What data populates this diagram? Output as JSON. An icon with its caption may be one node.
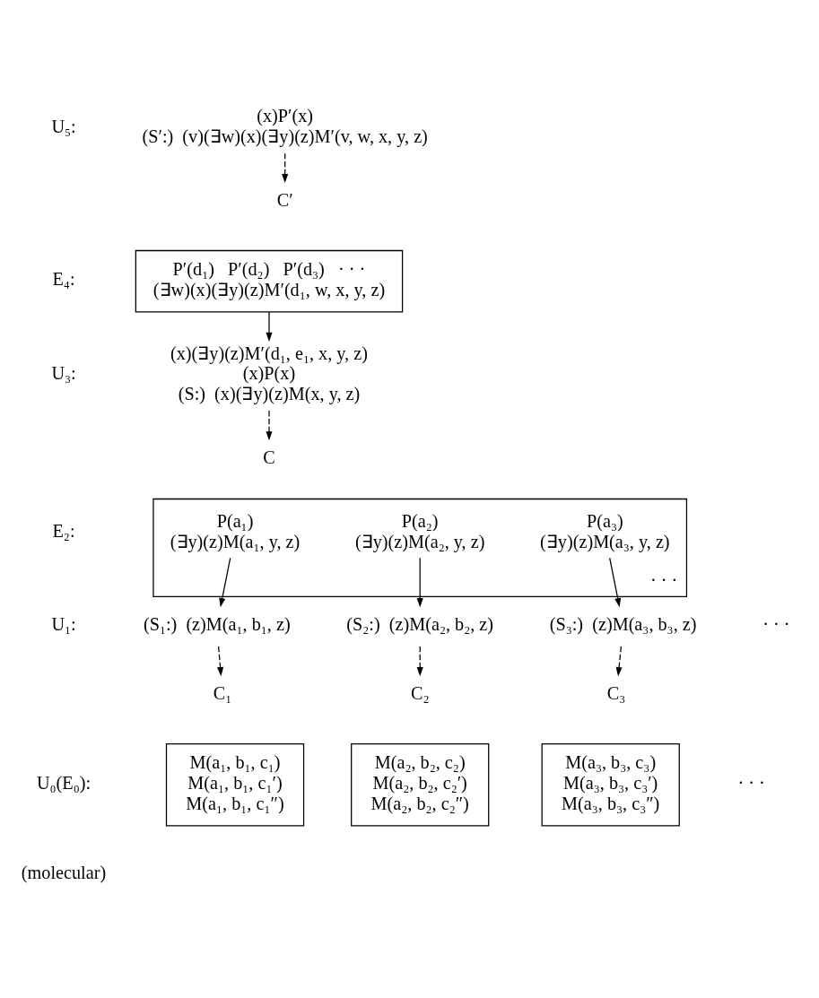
{
  "diagram": {
    "nodes": [
      {
        "text": [
          "(x)P′(x)",
          "(S′:)  (v)(∃w)(x)(∃y)(z)M′(v, w, x, y, z)"
        ]
      },
      {
        "text": [
          "C′"
        ]
      },
      {
        "text": [
          "P′(d₁)   P′(d₂)   P′(d₃)   · · ·",
          "(∃w)(x)(∃y)(z)M′(d₁, w, x, y, z)"
        ]
      },
      {
        "text": [
          "(x)(∃y)(z)M′(d₁, e₁, x, y, z)",
          "(x)P(x)",
          "(S:)  (x)(∃y)(z)M(x, y, z)"
        ]
      },
      {
        "text": [
          "C"
        ]
      },
      {
        "text": [
          "· · ·"
        ]
      },
      {
        "text": [
          "P(a₁)",
          "(∃y)(z)M(a₁, y, z)"
        ],
        "in": 5
      },
      {
        "text": [
          "P(a₂)",
          "(∃y)(z)M(a₂, y, z)"
        ],
        "in": 5
      },
      {
        "text": [
          "P(a₃)",
          "(∃y)(z)M(a₃, y, z)"
        ],
        "in": 5
      },
      {
        "text": [
          "(S₁:)  (z)M(a₁, b₁, z)"
        ]
      },
      {
        "text": [
          "(S₂:)  (z)M(a₂, b₂, z)"
        ]
      },
      {
        "text": [
          "(S₃:)  (z)M(a₃, b₃, z)"
        ]
      },
      {
        "text": [
          "C₁"
        ]
      },
      {
        "text": [
          "C₂"
        ]
      },
      {
        "text": [
          "C₃"
        ]
      },
      {
        "text": [
          "M(a₁, b₁, c₁)",
          "M(a₁, b₁, c₁′)",
          "M(a₁, b₁, c₁″)"
        ]
      },
      {
        "text": [
          "M(a₂, b₂, c₂)",
          "M(a₂, b₂, c₂′)",
          "M(a₂, b₂, c₂″)"
        ]
      },
      {
        "text": [
          "M(a₃, b₃, c₃)",
          "M(a₃, b₃, c₃′)",
          "M(a₃, b₃, c₃″)"
        ]
      }
    ],
    "edges": [
      {
        "from": 0,
        "to": 1,
        "arrow": "to",
        "style": "dashed"
      },
      {
        "from": 2,
        "to": 3,
        "arrow": "to"
      },
      {
        "from": 3,
        "to": 4,
        "arrow": "to",
        "style": "dashed"
      },
      {
        "from": 6,
        "to": 9,
        "arrow": "to"
      },
      {
        "from": 7,
        "to": 10,
        "arrow": "to"
      },
      {
        "from": 8,
        "to": 11,
        "arrow": "to"
      },
      {
        "from": 9,
        "to": 12,
        "arrow": "to",
        "style": "dashed"
      },
      {
        "from": 10,
        "to": 13,
        "arrow": "to",
        "style": "dashed"
      },
      {
        "from": 11,
        "to": 14,
        "arrow": "to",
        "style": "dashed"
      }
    ],
    "labels": [
      "U₅:",
      "E₄:",
      "U₃:",
      "E₂:",
      "U₁:",
      "· · ·",
      "U₀(E₀):",
      "(molecular)",
      "· · ·"
    ]
  }
}
